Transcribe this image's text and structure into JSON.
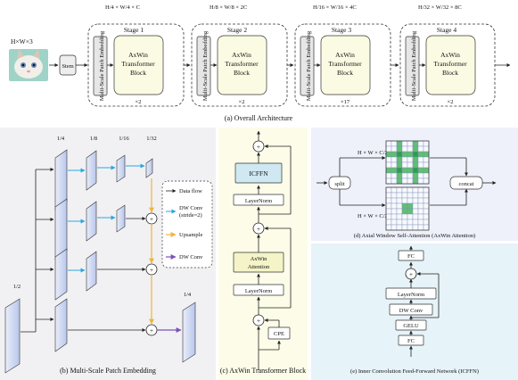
{
  "overall": {
    "input_label": "H×W×3",
    "stem_label": "Stem",
    "mspe_label": "Multi-Scale Patch Embedding",
    "axwin_block_label": [
      "AxWin",
      "Transformer",
      "Block"
    ],
    "stages": [
      {
        "title": "Stage 1",
        "dims": "H/4 × W/4 × C",
        "repeat": "×2"
      },
      {
        "title": "Stage 2",
        "dims": "H/8 × W/8 × 2C",
        "repeat": "×2"
      },
      {
        "title": "Stage 3",
        "dims": "H/16 × W/16 × 4C",
        "repeat": "×17"
      },
      {
        "title": "Stage 4",
        "dims": "H/32 × W/32 × 8C",
        "repeat": "×2"
      }
    ],
    "caption": "(a) Overall Architecture"
  },
  "mspe": {
    "scales_top": [
      "1/4",
      "1/8",
      "1/16",
      "1/32"
    ],
    "scale_left": "1/2",
    "scale_out": "1/4",
    "legend": {
      "data_flow": "Data flow",
      "dw_conv_s2": "DW Conv (stride=2)",
      "upsample": "Upsample",
      "dw_conv": "DW Conv"
    },
    "caption": "(b) Multi-Scale Patch Embedding",
    "colors": {
      "dw_s2": "#2aa7de",
      "upsample": "#f0b53a",
      "dw": "#7b52b8"
    }
  },
  "block": {
    "icffn": "ICFFN",
    "layernorm": "LayerNorm",
    "axwin_attn": [
      "AxWin",
      "Attention"
    ],
    "cpe": "CPE",
    "caption": "(c) AxWin Transformer Block"
  },
  "axial": {
    "top_dims": "H × W × C/2",
    "bottom_dims": "H × W × C/2",
    "split": "split",
    "concat": "concat",
    "caption": "(d) Axial Window Self-Attention (AxWin Attention)"
  },
  "icffn": {
    "fc_top": "FC",
    "layernorm": "LayerNorm",
    "dw_conv": "DW Conv",
    "gelu": "GELU",
    "fc_bottom": "FC",
    "caption": "(e) Inner Convolution Feed-Forward Network (ICFFN)"
  }
}
